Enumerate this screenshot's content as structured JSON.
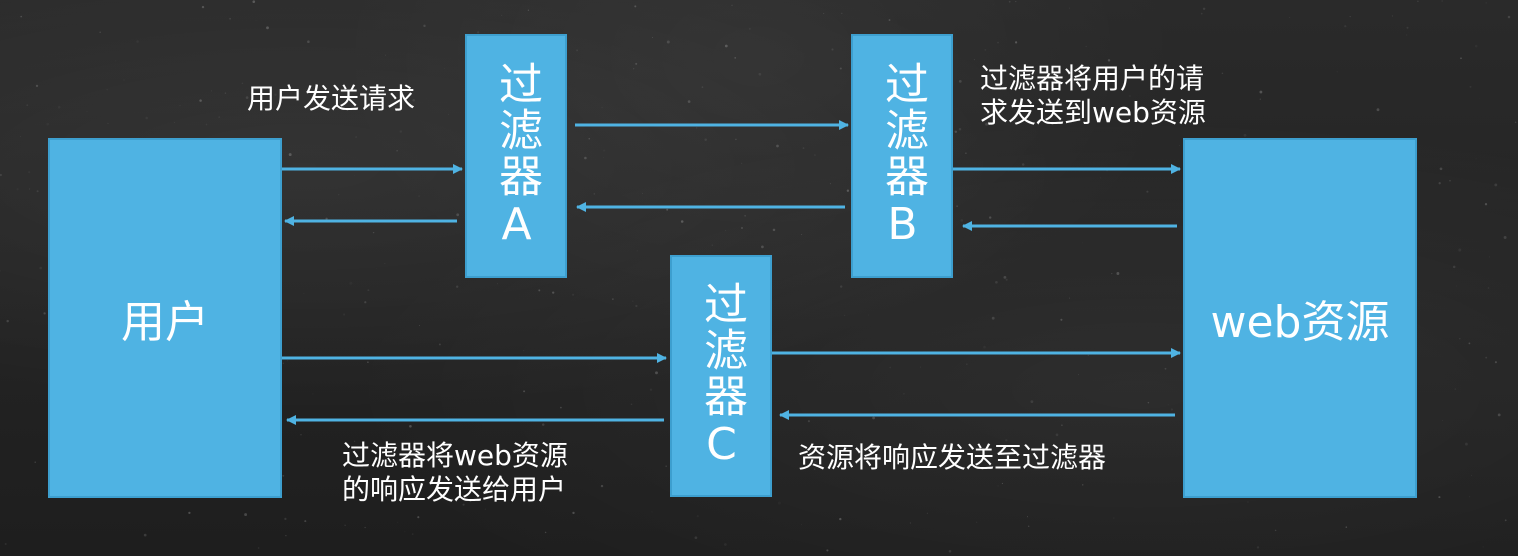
{
  "colors": {
    "box_fill": "#4fb3e3",
    "arrow": "#4fb3e3",
    "text": "#ffffff",
    "background": "#242424"
  },
  "nodes": {
    "user": "用户",
    "web_resource": "web资源",
    "filter_a": "过滤器A",
    "filter_b": "过滤器B",
    "filter_c": "过滤器C"
  },
  "annotations": {
    "user_sends_request": "用户发送请求",
    "filter_forwards_request": [
      "过滤器将用户的请",
      "求发送到web资源"
    ],
    "resource_sends_response": "资源将响应发送至过滤器",
    "filter_sends_response": [
      "过滤器将web资源",
      "的响应发送给用户"
    ]
  }
}
